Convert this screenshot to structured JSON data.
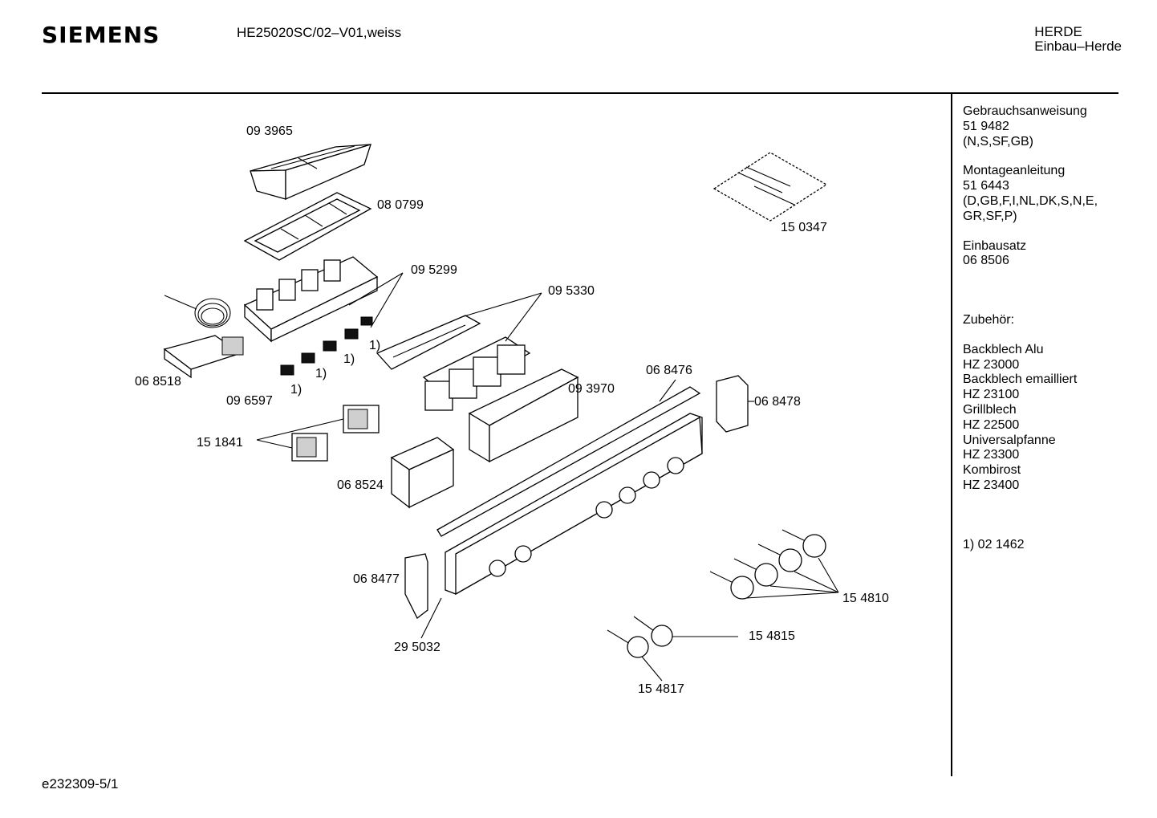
{
  "header": {
    "brand": "SIEMENS",
    "model": "HE25020SC/02–V01,weiss",
    "category_line1": "HERDE",
    "category_line2": "Einbau–Herde"
  },
  "sidebar": {
    "blocks": [
      {
        "lines": [
          "Gebrauchsanweisung",
          "51 9482",
          "(N,S,SF,GB)"
        ]
      },
      {
        "lines": [
          "Montageanleitung",
          "51 6443",
          "(D,GB,F,I,NL,DK,S,N,E,",
          "GR,SF,P)"
        ]
      },
      {
        "lines": [
          "Einbausatz",
          "06 8506"
        ]
      },
      {
        "lines": [
          ""
        ]
      },
      {
        "lines": [
          "Zubehör:"
        ]
      },
      {
        "lines": [
          "Backblech Alu",
          "HZ 23000",
          "Backblech emailliert",
          "HZ 23100",
          "Grillblech",
          "HZ 22500",
          "Universalpfanne",
          "HZ 23300",
          "Kombirost",
          "HZ 23400"
        ]
      },
      {
        "lines": [
          ""
        ]
      },
      {
        "lines": [
          "1)  02 1462"
        ]
      }
    ]
  },
  "diagram": {
    "part_labels": {
      "p093965": "09 3965",
      "p080799": "08 0799",
      "p095299": "09 5299",
      "p095330": "09 5330",
      "p150347": "15 0347",
      "p068518": "06 8518",
      "p096597": "09 6597",
      "p151841": "15 1841",
      "p068476": "06 8476",
      "p093970": "09 3970",
      "p068478": "06 8478",
      "p068524": "06 8524",
      "p068477": "06 8477",
      "p295032": "29 5032",
      "p154810": "15 4810",
      "p154815": "15 4815",
      "p154817": "15 4817",
      "fn1": "1)"
    }
  },
  "footer": {
    "doc_id": "e232309-5/1"
  }
}
